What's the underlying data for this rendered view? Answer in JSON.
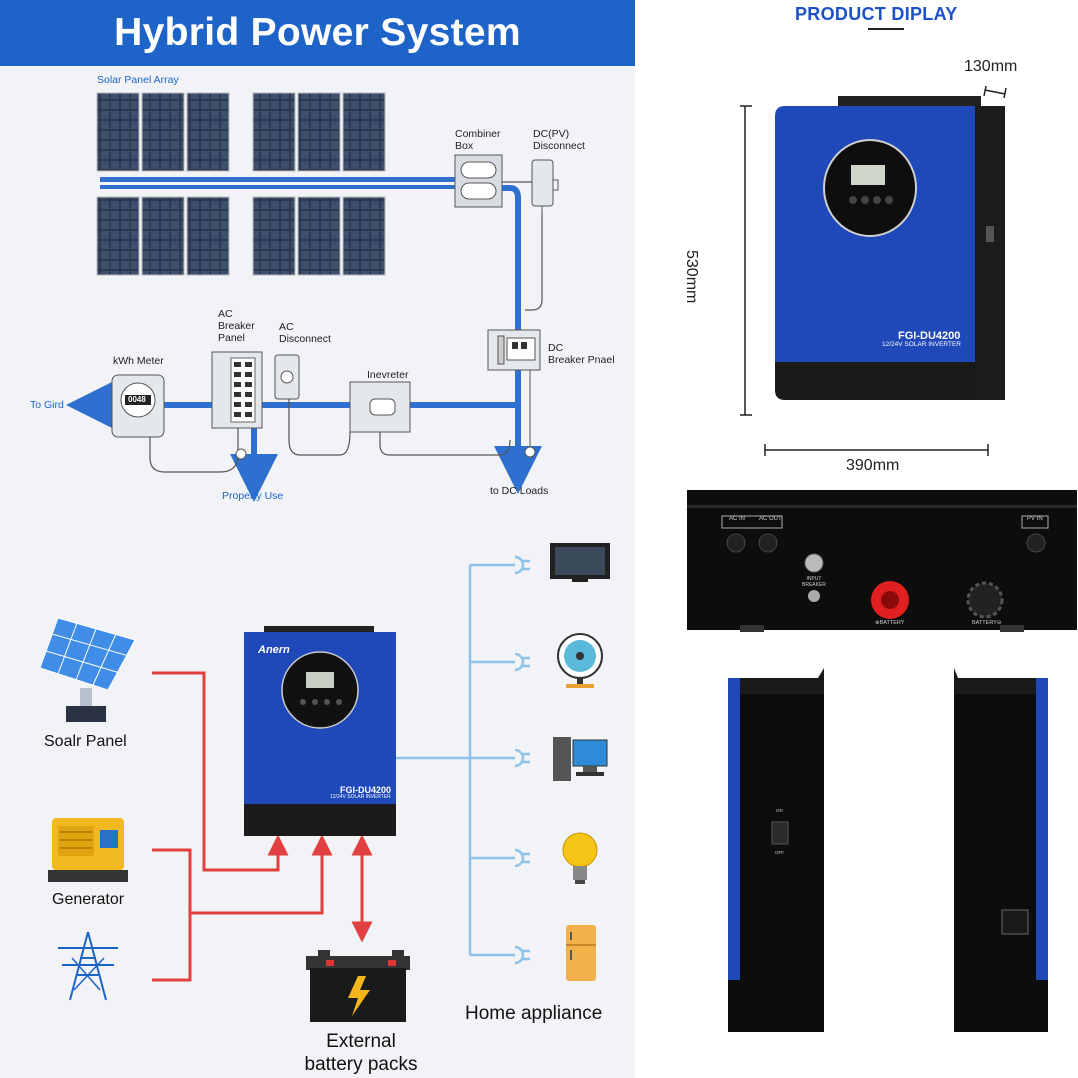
{
  "banner": {
    "title": "Hybrid Power System"
  },
  "wiring": {
    "solar_array": "Solar Panel Array",
    "combiner_box": "Combiner\nBox",
    "dc_pv_disconnect": "DC(PV)\nDisconnect",
    "ac_breaker_panel": "AC\nBreaker\nPanel",
    "ac_disconnect": "AC\nDisconnect",
    "kwh_meter": "kWh Meter",
    "meter_reading": "0048",
    "inverter": "Inevreter",
    "dc_breaker_panel": "DC\nBreaker Pnael",
    "to_grid": "To Gird",
    "property_use": "Property Use",
    "to_dc_loads": "to DC Loads"
  },
  "system": {
    "solar_panel": "Soalr Panel",
    "generator": "Generator",
    "battery": "External\nbattery packs",
    "home_appliance": "Home appliance",
    "inverter_model": "FGI-DU4200",
    "inverter_sub": "12/24V SOLAR INVERTER",
    "brand": "Anern"
  },
  "product": {
    "title": "PRODUCT DIPLAY",
    "depth": "130mm",
    "height": "530mm",
    "width": "390mm",
    "bottom_labels": {
      "ac_in": "AC IN",
      "ac_out": "AC OUT",
      "pv_in": "PV IN",
      "input_breaker": "INPUT\nBREAKER",
      "battery_pos": "⊕BATTERY",
      "battery_neg": "BATTERY⊖"
    },
    "side_labels": {
      "on": "ON",
      "off": "OFF"
    }
  },
  "colors": {
    "banner": "#1e64c8",
    "inverter_blue": "#1f48b8",
    "flow_blue": "#2f6fd0",
    "power_red": "#e04040",
    "load_line": "#8ec2ea"
  }
}
